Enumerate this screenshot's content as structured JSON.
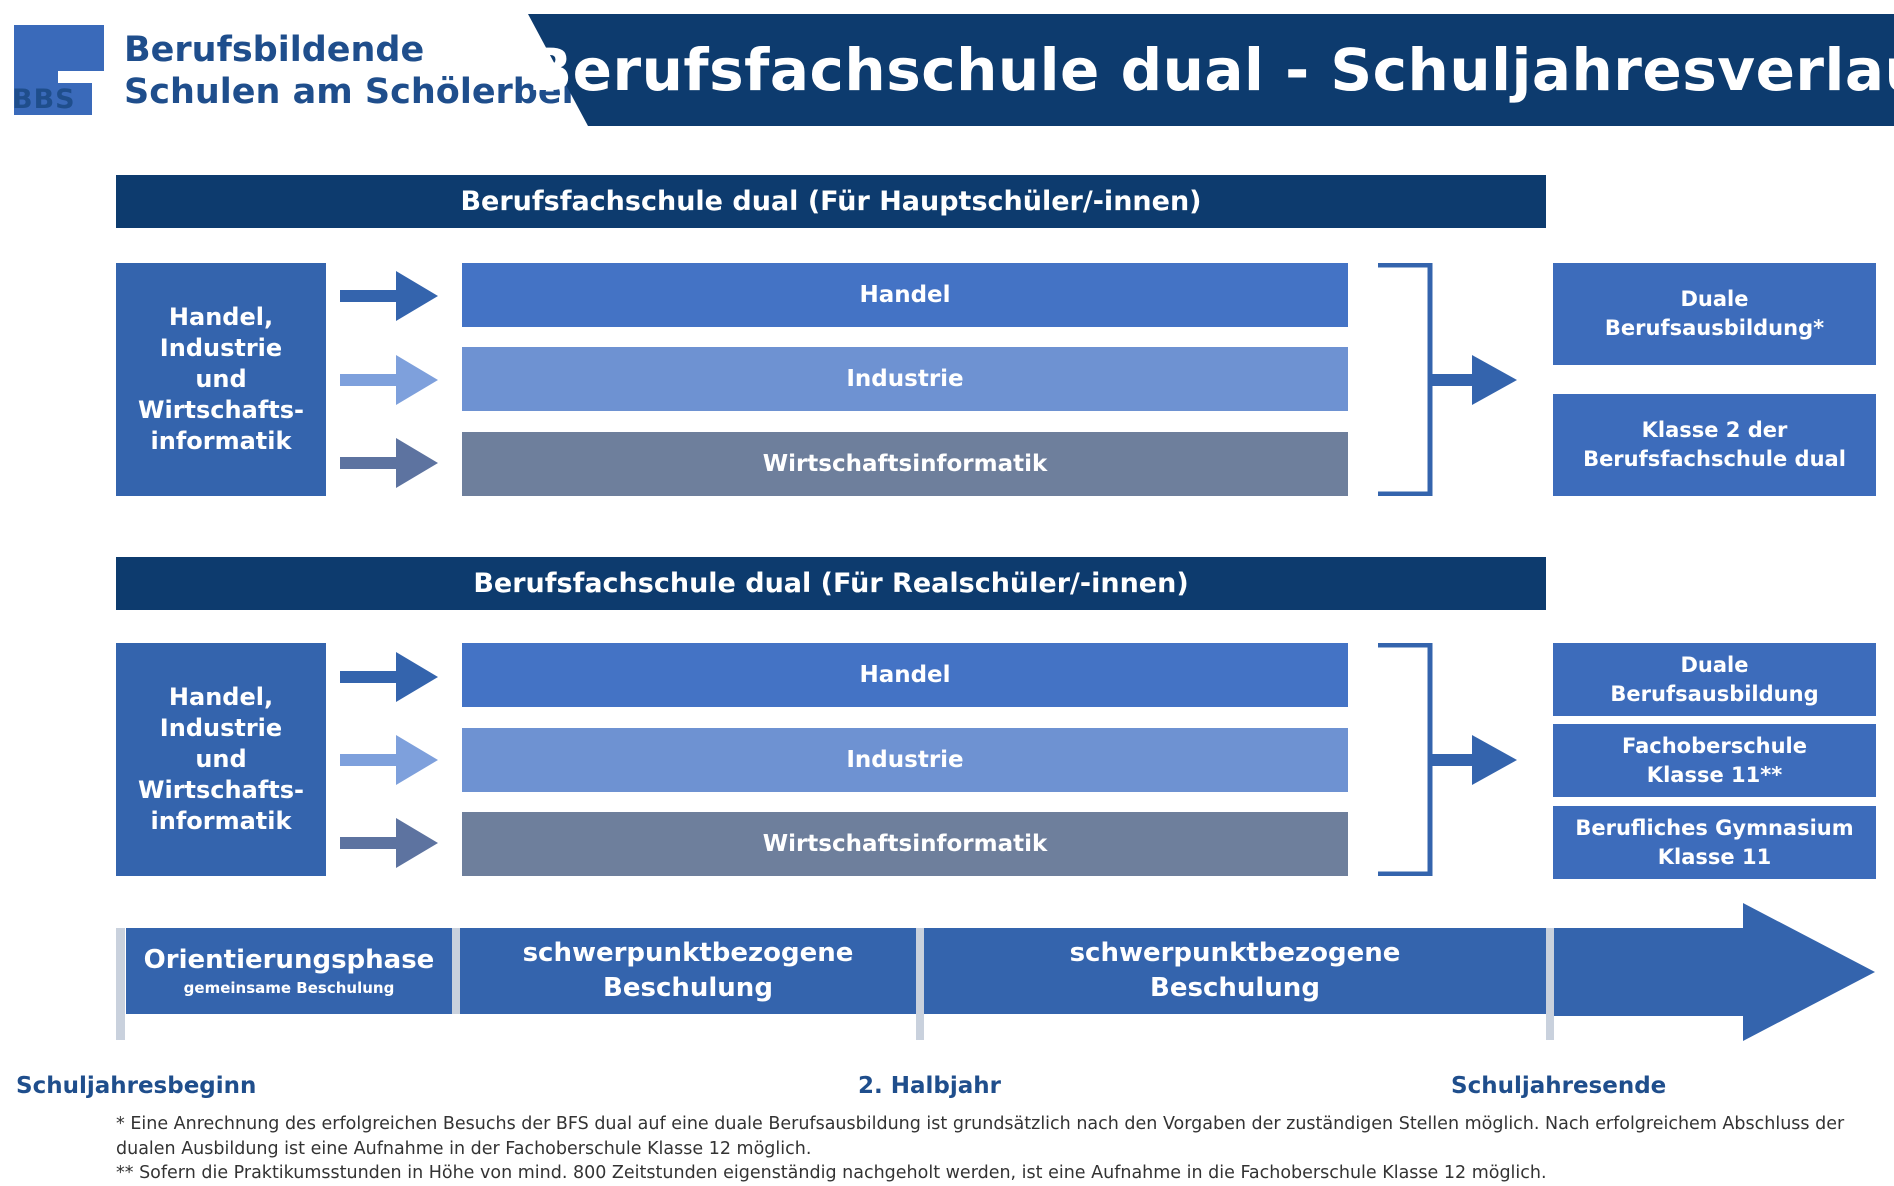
{
  "header": {
    "logo_abbr": "BBS",
    "logo_line1": "Berufsbildende",
    "logo_line2": "Schulen am Schölerberg",
    "title": "Berufsfachschule dual - Schuljahresverlauf"
  },
  "sections": [
    {
      "title": "Berufsfachschule dual (Für Hauptschüler/-innen)",
      "left_box": "Handel,\nIndustrie\nund\nWirtschafts-\ninformatik",
      "tracks": [
        "Handel",
        "Industrie",
        "Wirtschaftsinformatik"
      ],
      "outcomes": [
        "Duale\nBerufsausbildung*",
        "Klasse 2 der\nBerufsfachschule dual"
      ]
    },
    {
      "title": "Berufsfachschule dual (Für Realschüler/-innen)",
      "left_box": "Handel,\nIndustrie\nund\nWirtschafts-\ninformatik",
      "tracks": [
        "Handel",
        "Industrie",
        "Wirtschaftsinformatik"
      ],
      "outcomes": [
        "Duale\nBerufsausbildung",
        "Fachoberschule\nKlasse 11**",
        "Berufliches Gymnasium\nKlasse 11"
      ]
    }
  ],
  "timeline": {
    "segments": [
      {
        "title": "Orientierungsphase",
        "subtitle": "gemeinsame Beschulung"
      },
      {
        "title": "schwerpunktbezogene\nBeschulung"
      },
      {
        "title": "schwerpunktbezogene\nBeschulung"
      }
    ],
    "milestones": [
      "Schuljahresbeginn",
      "2. Halbjahr",
      "Schuljahresende"
    ]
  },
  "footnotes": [
    "* Eine Anrechnung des erfolgreichen Besuchs der BFS dual auf eine duale Berufsausbildung ist grundsätzlich nach den Vorgaben der zuständigen Stellen möglich. Nach erfolgreichem Abschluss der dualen Ausbildung ist eine Aufnahme in der Fachoberschule Klasse 12 möglich.",
    "** Sofern die Praktikumsstunden in Höhe von mind. 800 Zeitstunden eigenständig nachgeholt werden, ist eine Aufnahme in die Fachoberschule Klasse 12 möglich."
  ],
  "colors": {
    "navy": "#0d3b6e",
    "blue_dark": "#3464ad",
    "handel": "#4473c5",
    "industrie": "#6e92d2",
    "wirtschaftsinformatik": "#6e7f9c",
    "arrow_industrie": "#7ea0dc",
    "arrow_wi": "#5d73a0",
    "tick": "#c9d1dd"
  }
}
